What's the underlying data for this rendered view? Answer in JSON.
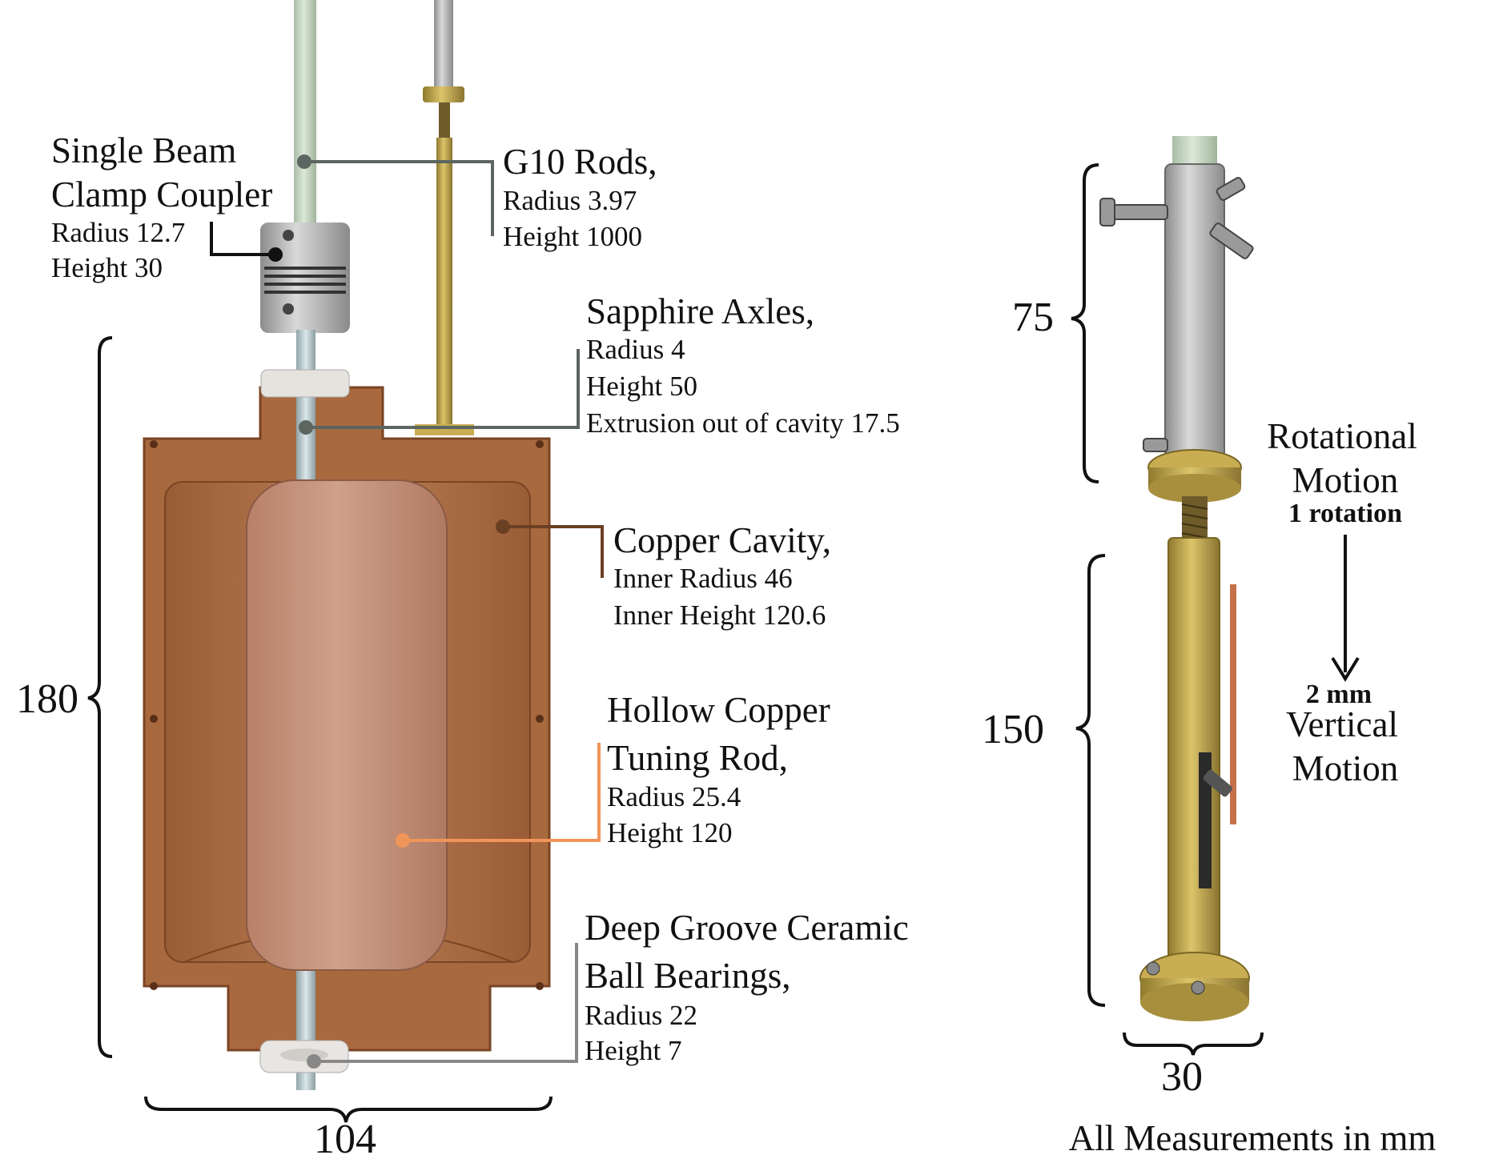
{
  "left_assembly": {
    "coupler": {
      "title_line1": "Single Beam",
      "title_line2": "Clamp Coupler",
      "radius": "Radius 12.7",
      "height": "Height 30"
    },
    "g10": {
      "title": "G10 Rods,",
      "radius": "Radius 3.97",
      "height": "Height 1000"
    },
    "sapphire": {
      "title": "Sapphire Axles,",
      "radius": "Radius 4",
      "height": "Height 50",
      "extrusion": "Extrusion out of cavity 17.5"
    },
    "cavity": {
      "title": "Copper Cavity,",
      "radius": "Inner Radius 46",
      "height": "Inner Height 120.6"
    },
    "tuning_rod": {
      "title_line1": "Hollow Copper",
      "title_line2": "Tuning Rod,",
      "radius": "Radius 25.4",
      "height": "Height 120"
    },
    "bearings": {
      "title_line1": "Deep Groove Ceramic",
      "title_line2": "Ball Bearings,",
      "radius": "Radius 22",
      "height": "Height 7"
    },
    "dim_height": "180",
    "dim_width": "104"
  },
  "right_assembly": {
    "dim_upper": "75",
    "dim_lower": "150",
    "dim_base": "30",
    "rotational_line1": "Rotational",
    "rotational_line2": "Motion",
    "rotation_amount": "1 rotation",
    "vertical_amount": "2 mm",
    "vertical_line1": "Vertical",
    "vertical_line2": "Motion",
    "footer": "All Measurements in mm"
  },
  "colors": {
    "copper": "#a8693f",
    "copper_dark": "#7a4423",
    "tuning_rod": "#c58f77",
    "g10_green": "#c9d9c4",
    "brass": "#c9ad52",
    "steel": "#b5b5b5",
    "leader_gray": "#5c6560",
    "leader_copper": "#6b3f22",
    "leader_orange": "#f0955a"
  }
}
